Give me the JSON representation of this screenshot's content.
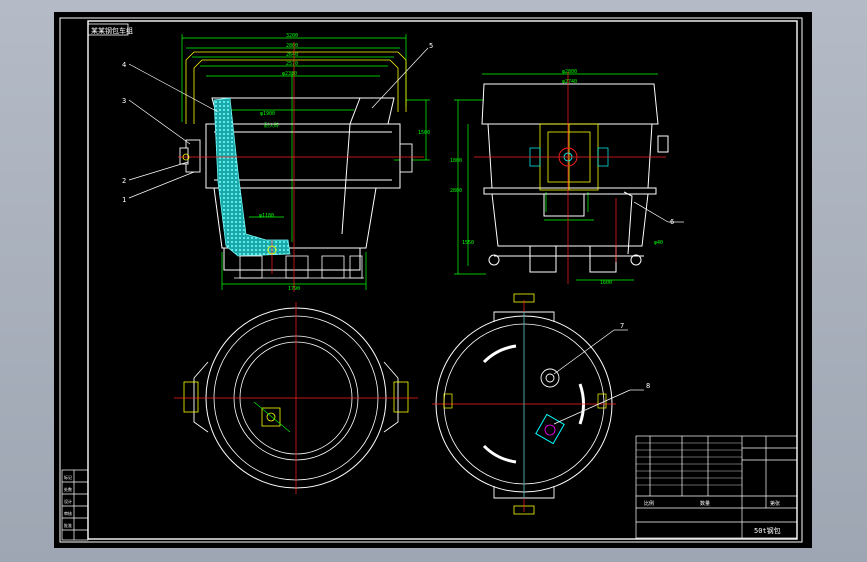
{
  "drawing": {
    "top_left_tag": "某某钢包车组",
    "balloons": {
      "n1": "1",
      "n2": "2",
      "n3": "3",
      "n4": "4",
      "n5": "5",
      "n6": "6",
      "n7": "7",
      "n8": "8"
    },
    "dimensions": {
      "front_total_width": "3200",
      "front_width_2": "2800",
      "front_width_3": "2640",
      "front_width_4": "2570",
      "front_inner": "φ2330",
      "front_mid": "φ1900",
      "front_bottom": "φ1180",
      "front_base": "1790",
      "front_right_h": "1500",
      "front_mid_label": "耐火砖",
      "side_top": "φ2800",
      "side_second": "φ2740",
      "side_h1": "1800",
      "side_h2": "2800",
      "side_h3": "1550",
      "side_base": "1600",
      "side_pin": "φ40"
    },
    "title_block": {
      "product_name": "50t钢包",
      "scale_label": "比例",
      "quantity_label": "数量",
      "sheet_label": "第张"
    },
    "revision_block": {
      "col1": "标记",
      "col2": "处数",
      "col3": "设计",
      "col4": "审核",
      "col5": "批准"
    }
  },
  "colors": {
    "line_white": "#ffffff",
    "line_yellow": "#ffff00",
    "line_green": "#00ff00",
    "line_red": "#ff2020",
    "line_cyan": "#00ffff",
    "hatch_cyan": "#2fd0d0",
    "background": "#000000"
  }
}
